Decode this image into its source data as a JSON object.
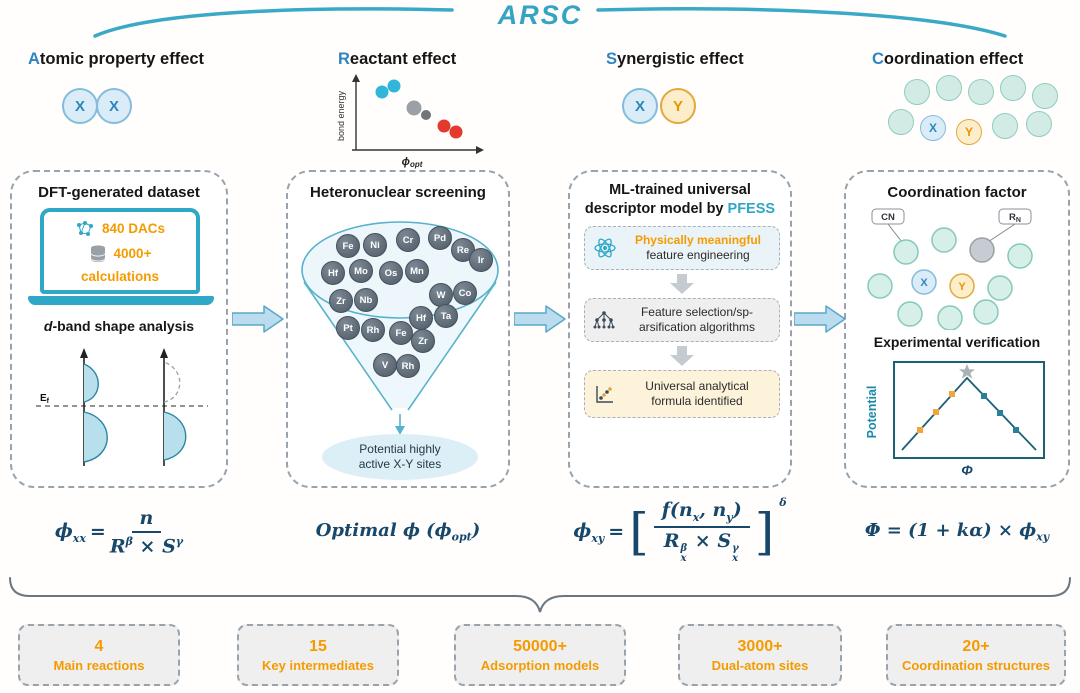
{
  "title": "ARSC",
  "colors": {
    "accent_teal": "#35a3c2",
    "letter_blue": "#2e86c1",
    "orange": "#f59b00",
    "navy": "#17486b"
  },
  "columns": {
    "atomic": {
      "heading_first": "A",
      "heading_rest": "tomic property effect",
      "icon_x1": "X",
      "icon_x2": "X",
      "panel": {
        "title": "DFT-generated dataset",
        "stat_dacs": "840 DACs",
        "stat_calc_number": "4000+",
        "stat_calc_label": "calculations",
        "analysis_d": "d",
        "analysis_rest": "-band shape analysis",
        "ef_base": "E",
        "ef_sub": "f"
      },
      "formula": {
        "phi": "ϕ",
        "phi_sub": "xx",
        "equals": "=",
        "numerator": "n",
        "den_r": "R",
        "den_r_sup": "β",
        "den_times": " × ",
        "den_s": "S",
        "den_s_sup": "γ"
      }
    },
    "reactant": {
      "heading_first": "R",
      "heading_rest": "eactant effect",
      "chart": {
        "ylabel": "bond energy",
        "xlabel_base": "ϕ",
        "xlabel_sub": "opt"
      },
      "panel": {
        "title": "Heteronuclear screening",
        "elements": [
          "Fe",
          "Ni",
          "Cr",
          "Pd",
          "Re",
          "Ir",
          "Hf",
          "Mo",
          "Os",
          "Mn",
          "W",
          "Co",
          "Zr",
          "Nb",
          "Hf",
          "Ta",
          "Pt",
          "Rh",
          "Fe",
          "Zr",
          "V",
          "Rh"
        ],
        "result_line1": "Potential highly",
        "result_line2": "active X-Y sites"
      },
      "formula": {
        "t1": "Optimal ϕ (ϕ",
        "sub": "opt",
        "t2": ")"
      }
    },
    "synergistic": {
      "heading_first": "S",
      "heading_rest": "ynergistic effect",
      "icon_x": "X",
      "icon_y": "Y",
      "panel": {
        "title_line1": "ML-trained universal",
        "title_line2": "descriptor model by ",
        "title_highlight": "PFESS",
        "steps": [
          {
            "line1": "Physically meaningful",
            "line2": "feature engineering"
          },
          {
            "line1": "Feature selection/sp-",
            "line2": "arsification algorithms"
          },
          {
            "line1": "Universal analytical",
            "line2": "formula identified"
          }
        ]
      },
      "formula": {
        "phi": "ϕ",
        "phi_sub": "xy",
        "equals": "=",
        "open_bracket": "[",
        "num_p1": "f(n",
        "num_s1": "x",
        "num_p2": ", n",
        "num_s2": "y",
        "num_p3": ")",
        "den_r": "R",
        "den_r_sup": "β",
        "den_r_sub": "x",
        "den_times": " × ",
        "den_s": "S",
        "den_s_sup": "γ",
        "den_s_sub": "x",
        "close_bracket": "]",
        "exponent": "δ"
      }
    },
    "coordination": {
      "heading_first": "C",
      "heading_rest": "oordination effect",
      "cluster_x": "X",
      "cluster_y": "Y",
      "panel": {
        "factor_title": "Coordination factor",
        "cn_label": "CN",
        "rn_base": "R",
        "rn_sub": "N",
        "diagram_x": "X",
        "diagram_y": "Y",
        "verification_title": "Experimental verification",
        "plot_ylabel": "Potential",
        "plot_xlabel": "Φ"
      },
      "formula": {
        "t1": "Φ = (1 + kα) × ϕ",
        "sub": "xy"
      }
    }
  },
  "badges": [
    {
      "number": "4",
      "label": "Main reactions"
    },
    {
      "number": "15",
      "label": "Key intermediates"
    },
    {
      "number": "50000+",
      "label": "Adsorption models"
    },
    {
      "number": "3000+",
      "label": "Dual-atom sites"
    },
    {
      "number": "20+",
      "label": "Coordination structures"
    }
  ]
}
